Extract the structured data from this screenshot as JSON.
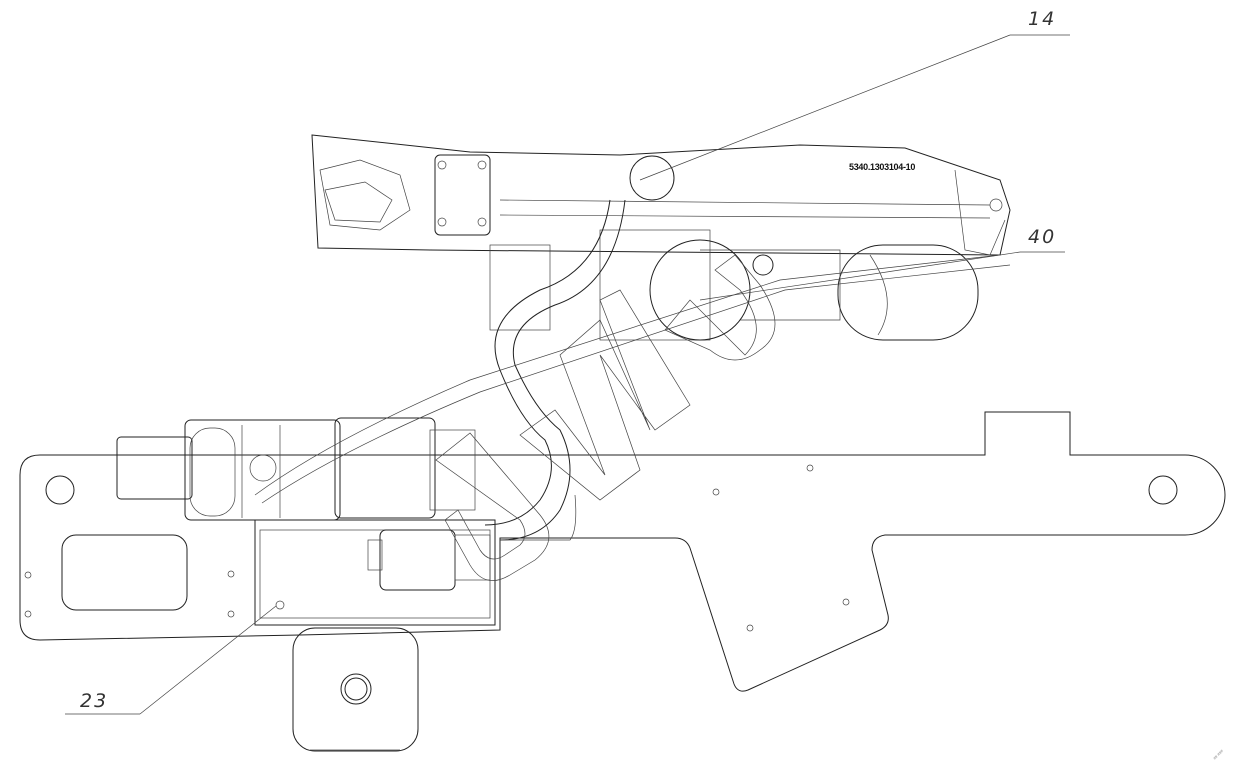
{
  "drawing": {
    "callouts": [
      {
        "id": "14",
        "label": "14"
      },
      {
        "id": "40",
        "label": "40"
      },
      {
        "id": "23",
        "label": "23"
      }
    ],
    "part_number": "5340.1303104-10",
    "watermark_logo": "UMC",
    "corner_stamp": "## ###"
  }
}
